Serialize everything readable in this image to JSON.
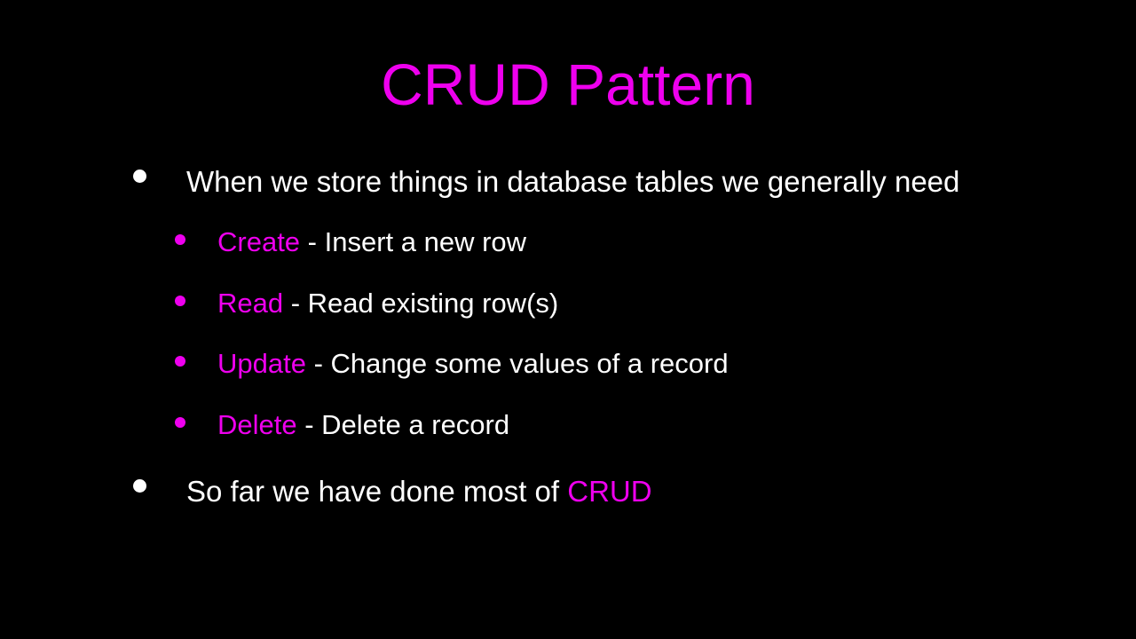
{
  "slide": {
    "title": "CRUD Pattern",
    "colors": {
      "background": "#000000",
      "accent": "#EE00EE",
      "body_text": "#FFFFFF"
    },
    "intro_bullet": {
      "text": "When we store things in database tables we generally need"
    },
    "crud_items": [
      {
        "term": "Create",
        "desc": "- Insert a new row"
      },
      {
        "term": "Read",
        "desc": "- Read existing row(s)"
      },
      {
        "term": "Update",
        "desc": "- Change some values of a record"
      },
      {
        "term": "Delete",
        "desc": "- Delete a record"
      }
    ],
    "outro_bullet": {
      "prefix": "So far we have done most of ",
      "highlight": "CRUD"
    }
  }
}
